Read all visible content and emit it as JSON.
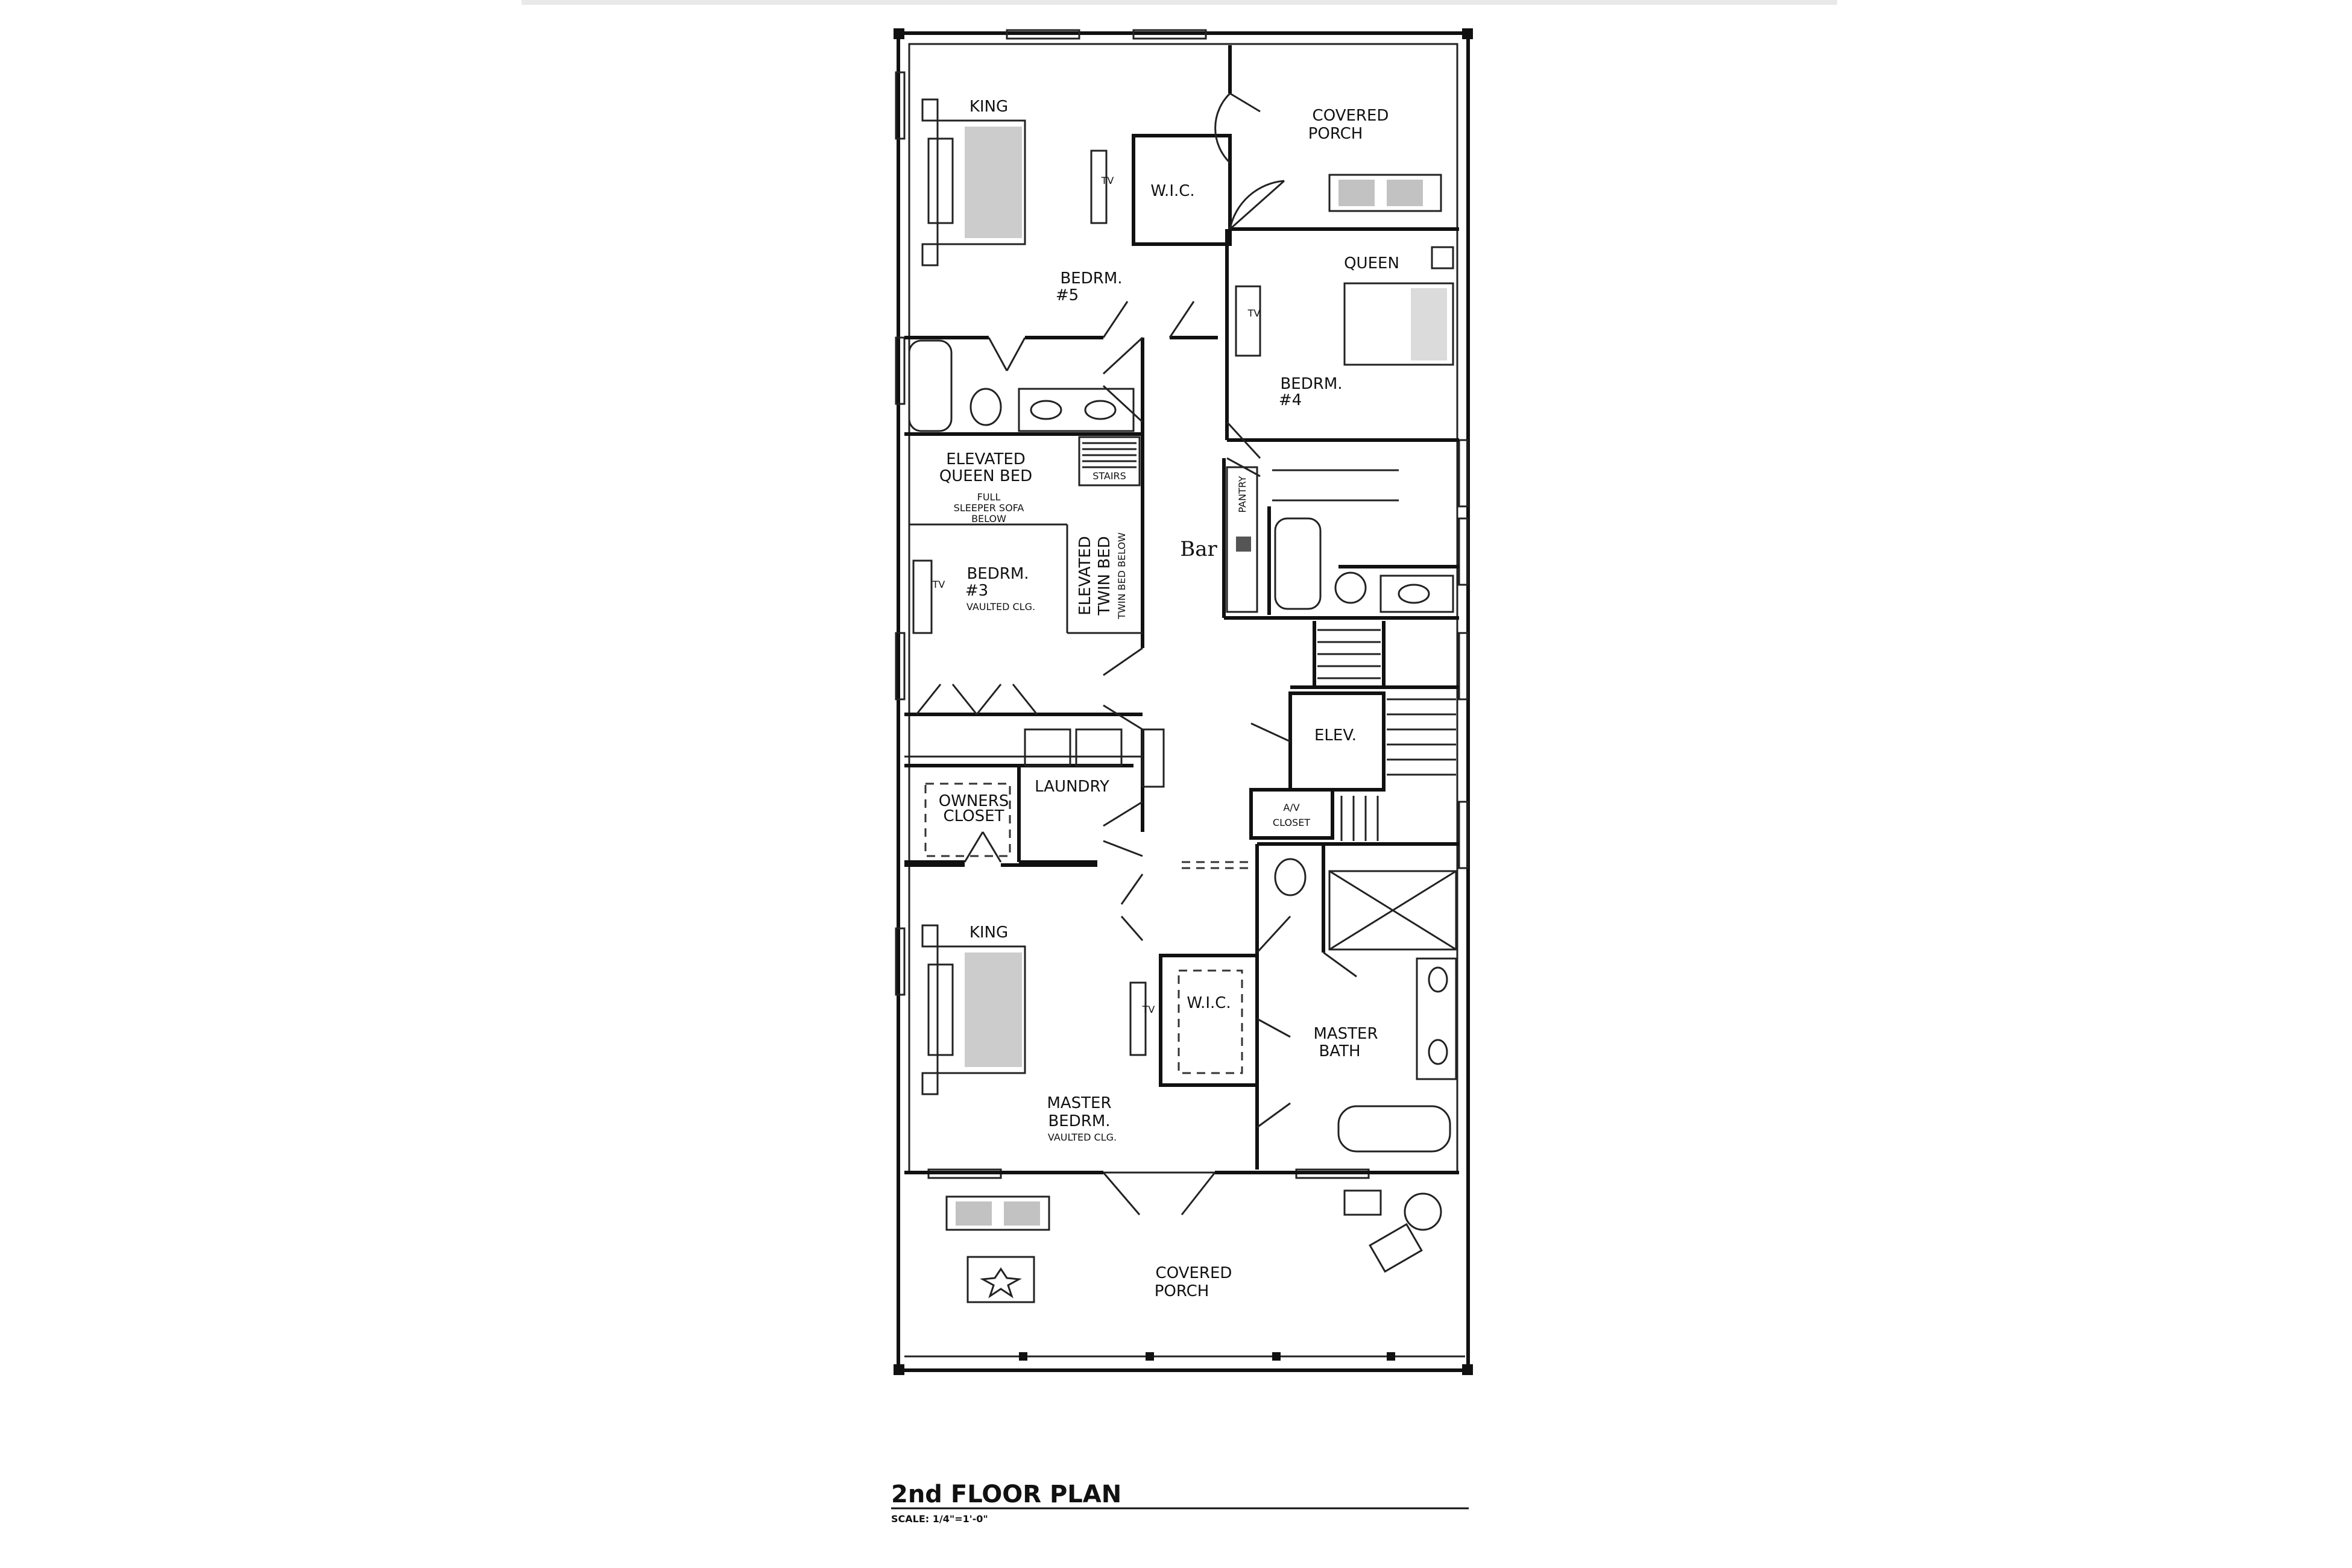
{
  "plan": {
    "title": "2nd FLOOR PLAN",
    "scale": "SCALE: 1/4\"=1'-0\""
  },
  "rooms": {
    "bedroom5": {
      "bed": "KING",
      "name": "BEDRM.",
      "number": "#5",
      "closet": "W.I.C."
    },
    "covered_porch_top": {
      "line1": "COVERED",
      "line2": "PORCH"
    },
    "bedroom4": {
      "bed": "QUEEN",
      "name": "BEDRM.",
      "number": "#4"
    },
    "bedroom3": {
      "elevated_queen": "ELEVATED",
      "elevated_queen_2": "QUEEN BED",
      "sofa_note_1": "FULL",
      "sofa_note_2": "SLEEPER SOFA",
      "sofa_note_3": "BELOW",
      "stairs": "STAIRS",
      "name": "BEDRM.",
      "number": "#3",
      "ceiling": "VAULTED CLG.",
      "twin_1": "ELEVATED",
      "twin_2": "TWIN BED",
      "twin_note": "TWIN BED BELOW"
    },
    "bar": "Bar",
    "elevator": "ELEV.",
    "laundry": "LAUNDRY",
    "owners_closet": {
      "line1": "OWNERS",
      "line2": "CLOSET"
    },
    "av_closet": {
      "line1": "A/V",
      "line2": "CLOSET"
    },
    "master_bedroom": {
      "bed": "KING",
      "line1": "MASTER",
      "line2": "BEDRM.",
      "ceiling": "VAULTED CLG.",
      "closet": "W.I.C."
    },
    "master_bath": {
      "line1": "MASTER",
      "line2": "BATH"
    },
    "covered_porch_bottom": {
      "line1": "COVERED",
      "line2": "PORCH"
    },
    "tv": "TV",
    "pantry": "PANTRY"
  }
}
